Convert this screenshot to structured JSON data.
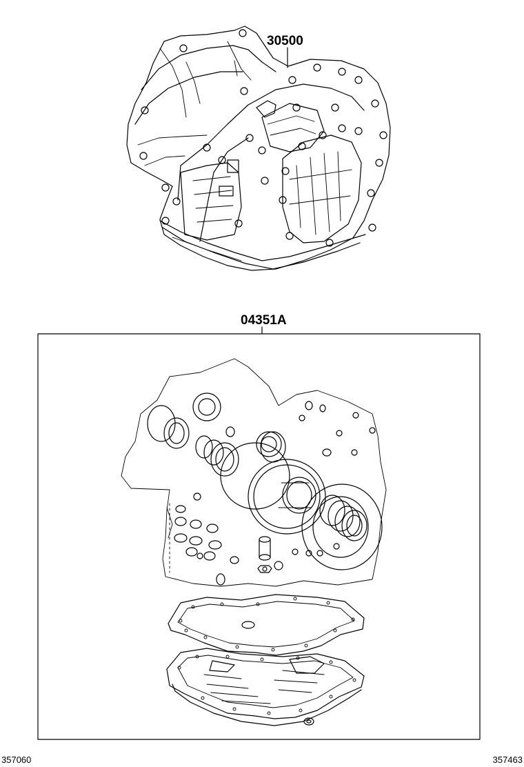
{
  "callouts": {
    "transaxle_part": "30500",
    "gasket_kit_part": "04351A"
  },
  "corners": {
    "bottom_left": "357060",
    "bottom_right": "357463"
  },
  "colors": {
    "ink": "#000000",
    "paper": "#ffffff"
  }
}
